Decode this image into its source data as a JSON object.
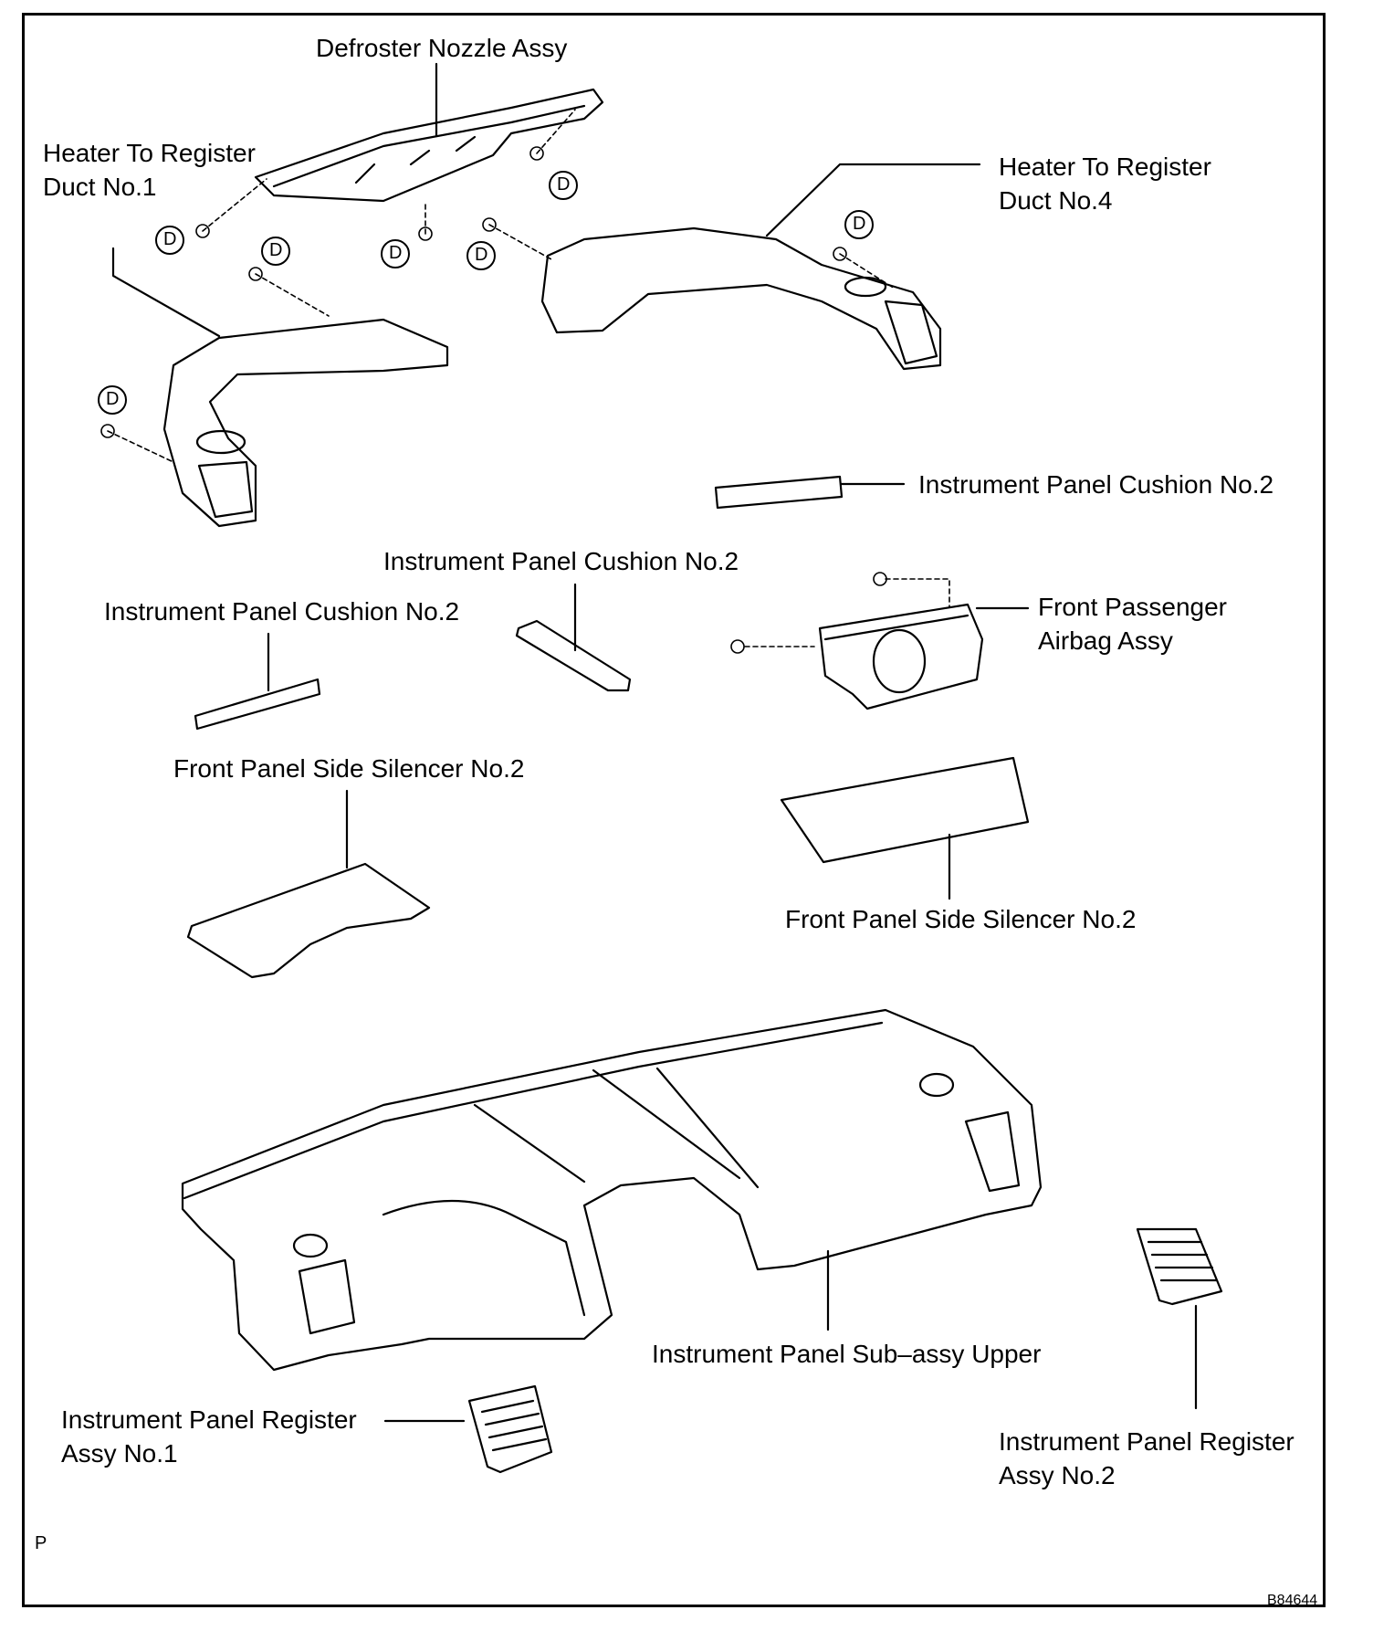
{
  "labels": {
    "defroster_nozzle": "Defroster Nozzle Assy",
    "duct1_line1": "Heater To Register",
    "duct1_line2": "Duct No.1",
    "duct4_line1": "Heater To Register",
    "duct4_line2": "Duct No.4",
    "cushion_right": "Instrument Panel Cushion No.2",
    "cushion_center": "Instrument Panel Cushion No.2",
    "cushion_left": "Instrument Panel Cushion No.2",
    "airbag_line1": "Front Passenger",
    "airbag_line2": "Airbag Assy",
    "silencer_left": "Front Panel Side Silencer No.2",
    "silencer_right": "Front Panel Side Silencer No.2",
    "panel_upper": "Instrument Panel Sub–assy Upper",
    "register1_line1": "Instrument Panel Register",
    "register1_line2": "Assy No.1",
    "register2_line1": "Instrument Panel Register",
    "register2_line2": "Assy No.2"
  },
  "fastener_mark": "D",
  "corner_letter": "P",
  "figure_code": "B84644"
}
